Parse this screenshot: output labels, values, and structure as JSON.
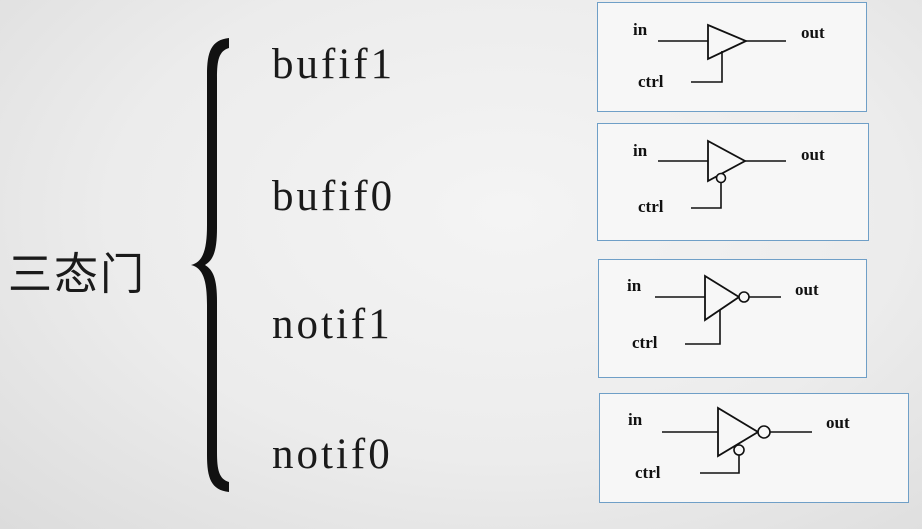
{
  "title": "三态门",
  "gates": [
    {
      "name": "bufif1",
      "in_label": "in",
      "out_label": "out",
      "ctrl_label": "ctrl"
    },
    {
      "name": "bufif0",
      "in_label": "in",
      "out_label": "out",
      "ctrl_label": "ctrl"
    },
    {
      "name": "notif1",
      "in_label": "in",
      "out_label": "out",
      "ctrl_label": "ctrl"
    },
    {
      "name": "notif0",
      "in_label": "in",
      "out_label": "out",
      "ctrl_label": "ctrl"
    }
  ]
}
